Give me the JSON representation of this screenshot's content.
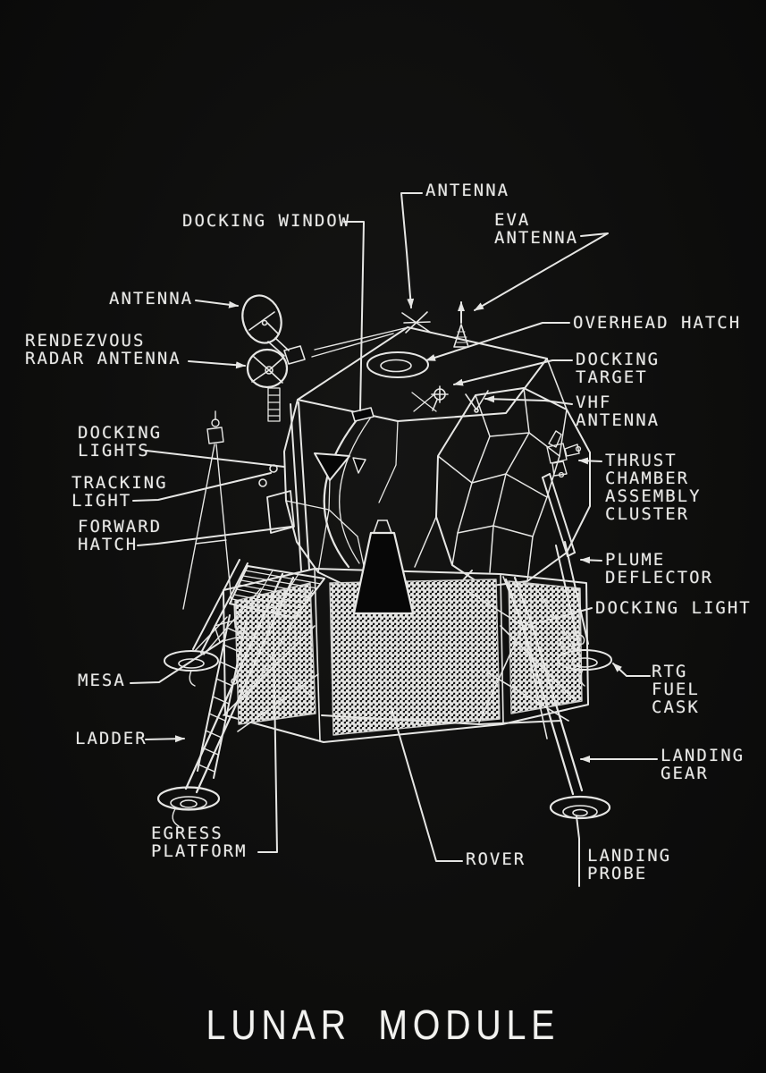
{
  "colors": {
    "background": "#0d0d0d",
    "ink": "#e8e8e7"
  },
  "title": "LUNAR MODULE",
  "labels": {
    "antenna_top": {
      "text": "ANTENNA"
    },
    "docking_window": {
      "text": "DOCKING WINDOW"
    },
    "eva_antenna": {
      "text": "EVA\nANTENNA"
    },
    "antenna_left": {
      "text": "ANTENNA"
    },
    "rendezvous_radar": {
      "text": "RENDEZVOUS\nRADAR ANTENNA"
    },
    "overhead_hatch": {
      "text": "OVERHEAD HATCH"
    },
    "docking_target": {
      "text": "DOCKING\nTARGET"
    },
    "vhf_antenna": {
      "text": "VHF\nANTENNA"
    },
    "docking_lights": {
      "text": "DOCKING\nLIGHTS"
    },
    "tracking_light": {
      "text": "TRACKING\nLIGHT"
    },
    "forward_hatch": {
      "text": "FORWARD\nHATCH"
    },
    "thrust_chamber": {
      "text": "THRUST\nCHAMBER\nASSEMBLY\nCLUSTER"
    },
    "plume_deflector": {
      "text": "PLUME\nDEFLECTOR"
    },
    "docking_light": {
      "text": "DOCKING LIGHT"
    },
    "mesa": {
      "text": "MESA"
    },
    "rtg_fuel_cask": {
      "text": "RTG\nFUEL\nCASK"
    },
    "ladder": {
      "text": "LADDER"
    },
    "landing_gear": {
      "text": "LANDING\nGEAR"
    },
    "egress_platform": {
      "text": "EGRESS\nPLATFORM"
    },
    "rover": {
      "text": "ROVER"
    },
    "landing_probe": {
      "text": "LANDING\nPROBE"
    }
  }
}
